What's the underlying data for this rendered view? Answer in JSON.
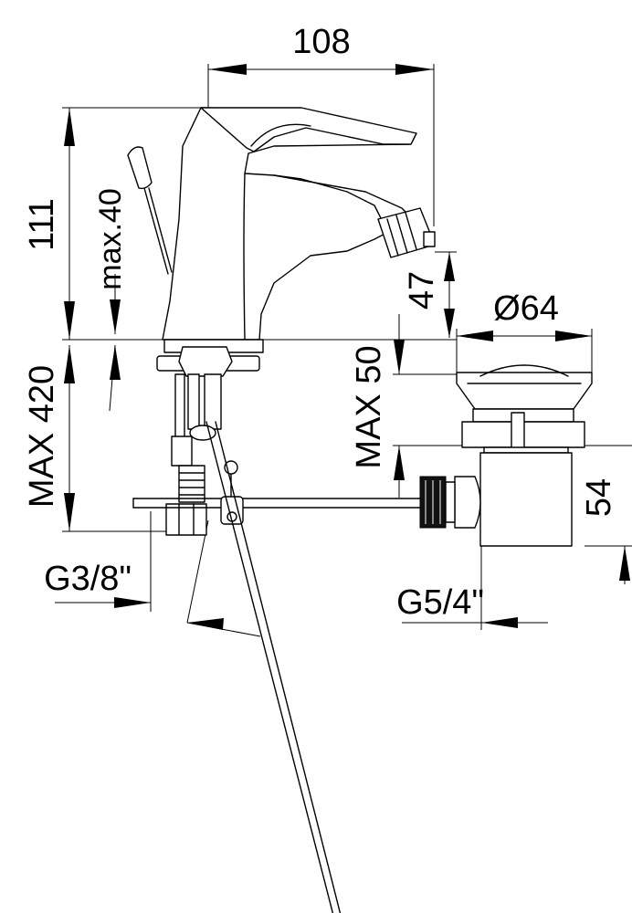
{
  "title": "Bidet mixer technical drawing",
  "dimensions": {
    "width_top": "108",
    "height_body": "111",
    "max_lift_rod": "max.40",
    "max_worktop": "MAX 420",
    "spout_height": "47",
    "waste_diameter": "Ø64",
    "max_waste": "MAX 50",
    "waste_height": "54",
    "inlet_thread": "G3/8\"",
    "waste_thread": "G5/4\""
  }
}
